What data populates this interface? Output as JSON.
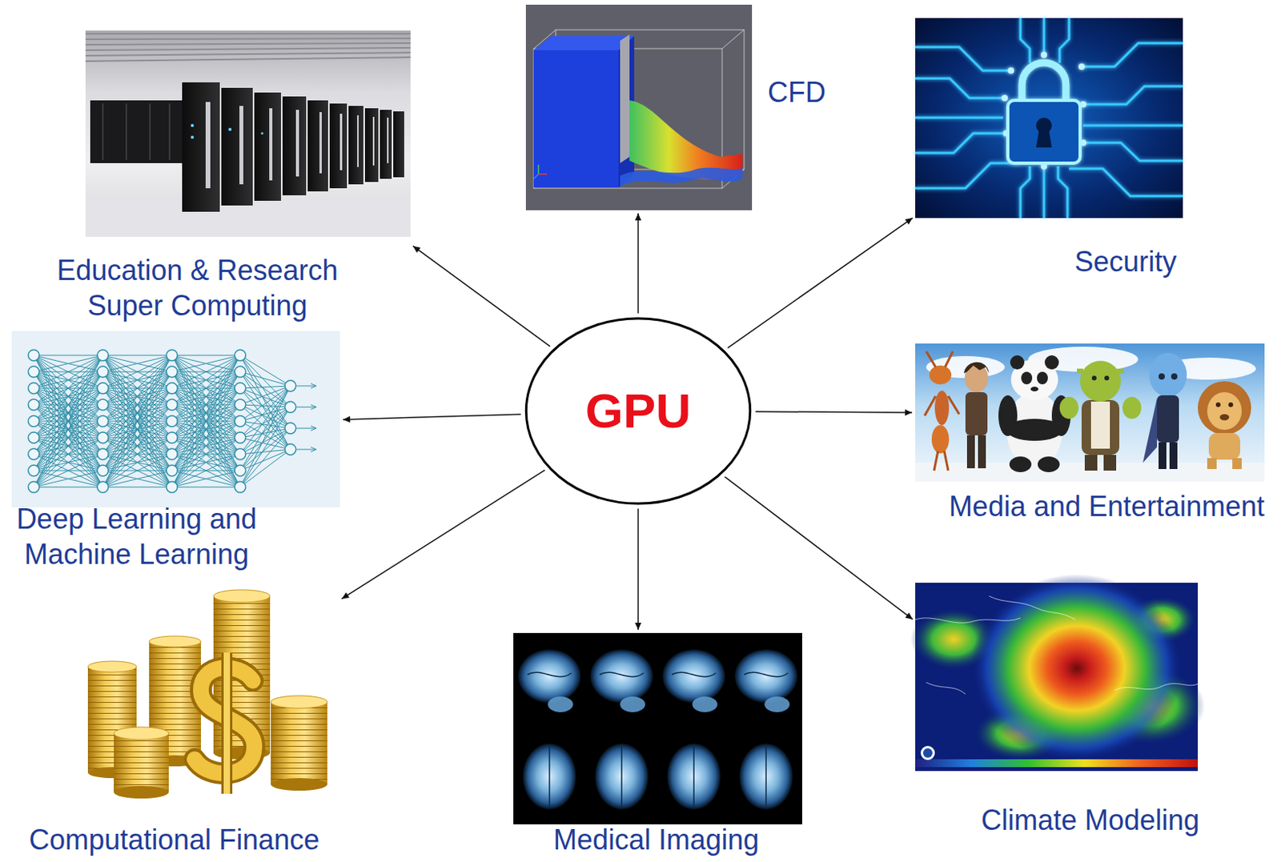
{
  "diagram": {
    "nodes": [
      {
        "text": [
          "Education & Research Super Computing"
        ]
      },
      {
        "text": [
          "CFD"
        ]
      },
      {
        "text": [
          "Security"
        ]
      },
      {
        "text": [
          "Deep Learning and Machine Learning"
        ]
      },
      {
        "text": [
          "GPU"
        ]
      },
      {
        "text": [
          "Media and Entertainment"
        ]
      },
      {
        "text": [
          "Climate Modeling"
        ]
      },
      {
        "text": [
          "Computational Finance"
        ]
      },
      {
        "text": [
          "Medical Imaging"
        ]
      }
    ],
    "edges": [
      {
        "from": 4,
        "to": 0,
        "arrow": "to"
      },
      {
        "from": 4,
        "to": 1,
        "arrow": "to"
      },
      {
        "from": 4,
        "to": 2,
        "arrow": "to"
      },
      {
        "from": 4,
        "to": 3,
        "arrow": "to"
      },
      {
        "from": 4,
        "to": 5,
        "arrow": "to"
      },
      {
        "from": 4,
        "to": 6,
        "arrow": "to"
      },
      {
        "from": 4,
        "to": 7,
        "arrow": "to"
      },
      {
        "from": 4,
        "to": 8,
        "arrow": "to"
      }
    ]
  }
}
